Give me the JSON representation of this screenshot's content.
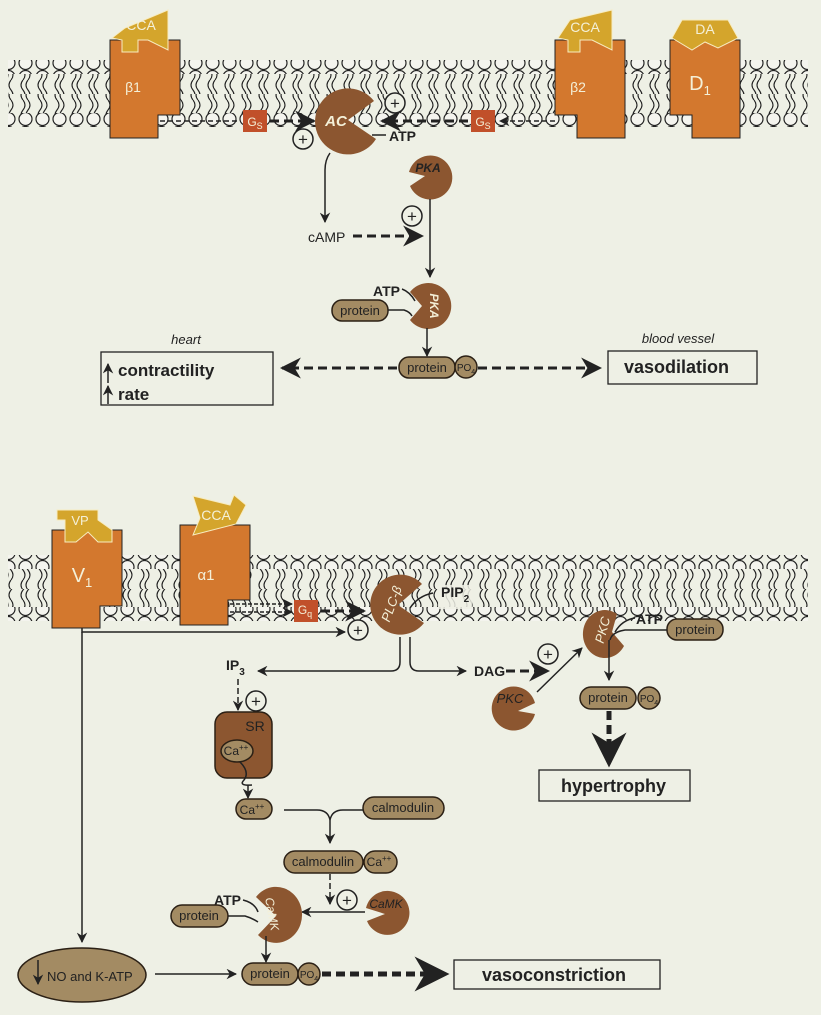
{
  "colors": {
    "background": "#eef0e5",
    "receptor": "#d3782e",
    "ligand": "#d4a52c",
    "g_protein": "#c1502a",
    "enzyme": "#8c5630",
    "molecule": "#a38b63"
  },
  "top_pathway": {
    "receptors": [
      {
        "id": "beta1",
        "label": "β1",
        "ligand": "CCA"
      },
      {
        "id": "beta2",
        "label": "β2",
        "ligand": "CCA"
      },
      {
        "id": "d1",
        "label": "D",
        "sub": "1",
        "ligand": "DA"
      }
    ],
    "g_proteins": [
      {
        "id": "gs-left",
        "label": "G",
        "sub": "S"
      },
      {
        "id": "gs-right",
        "label": "G",
        "sub": "S"
      }
    ],
    "adenylyl_cyclase": "AC",
    "atp_ac": "ATP",
    "camp": "cAMP",
    "pka_inactive": "PKA",
    "pka_active": "PKA",
    "atp_pka": "ATP",
    "protein": "protein",
    "phosphoprotein": "protein",
    "po4": "PO",
    "po4_sub": "4",
    "plus": "+",
    "heart_label": "heart",
    "heart_effects": [
      "contractility",
      "rate"
    ],
    "vessel_label": "blood vessel",
    "vessel_effect": "vasodilation"
  },
  "bottom_pathway": {
    "receptors": [
      {
        "id": "v1",
        "label": "V",
        "sub": "1",
        "ligand": "VP"
      },
      {
        "id": "alpha1",
        "label": "α1",
        "ligand": "CCA"
      }
    ],
    "g_protein": {
      "label": "G",
      "sub": "q"
    },
    "plc": "PLC-β",
    "pip2": "PIP",
    "pip2_sub": "2",
    "ip3": "IP",
    "ip3_sub": "3",
    "dag": "DAG",
    "sr": "SR",
    "ca_store": "Ca",
    "ca_sup": "++",
    "ca_free": "Ca",
    "calmodulin": "calmodulin",
    "calmodulin_complex": "calmodulin",
    "calmodulin_ca": "Ca",
    "camk_inactive": "CaMK",
    "camk_active": "CaMK",
    "atp_camk": "ATP",
    "protein_camk": "protein",
    "pkc_inactive": "PKC",
    "pkc_active": "PKC",
    "atp_pkc": "ATP",
    "protein_pkc": "protein",
    "phospho_pkc": "protein",
    "po4": "PO",
    "po4_sub": "4",
    "hypertrophy": "hypertrophy",
    "no_katp": "NO and K-ATP",
    "phospho_final": "protein",
    "vasoconstriction": "vasoconstriction",
    "plus": "+"
  }
}
